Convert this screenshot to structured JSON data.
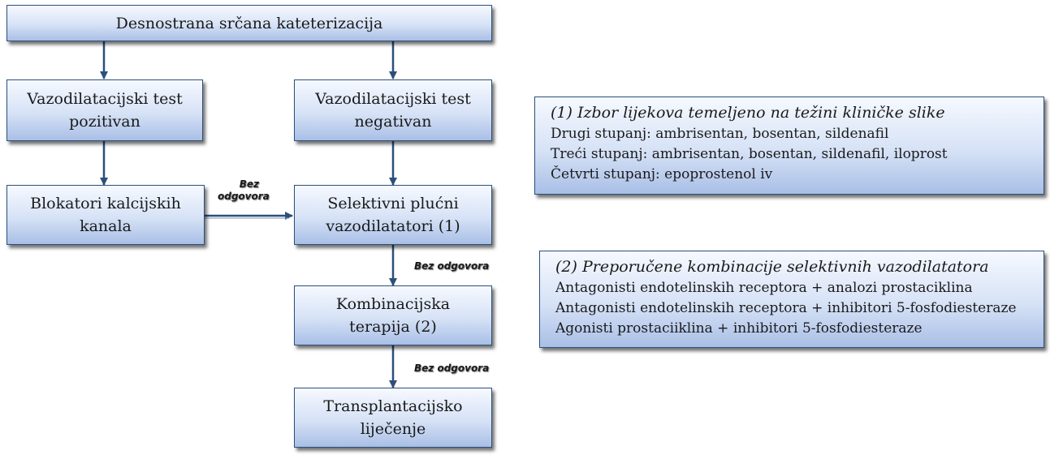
{
  "nodes": {
    "right_heart_cath": "Desnostrana srčana kateterizacija",
    "vaso_positive": {
      "line1": "Vazodilatacijski test",
      "line2": "pozitivan"
    },
    "vaso_negative": {
      "line1": "Vazodilatacijski test",
      "line2": "negativan"
    },
    "calcium_blockers": {
      "line1": "Blokatori kalcijskih",
      "line2": "kanala"
    },
    "selective_vasodilators": {
      "line1": "Selektivni plućni",
      "line2": "vazodilatatori (1)"
    },
    "combination_therapy": {
      "line1": "Kombinacijska",
      "line2": "terapija (2)"
    },
    "transplantation": {
      "line1": "Transplantacijsko",
      "line2": "liječenje"
    }
  },
  "edge_labels": {
    "no_response_horizontal": {
      "line1": "Bez",
      "line2": "odgovora"
    },
    "no_response_1": "Bez odgovora",
    "no_response_2": "Bez odgovora"
  },
  "info_boxes": {
    "drug_selection": {
      "title": "(1) Izbor lijekova temeljeno na težini kliničke slike",
      "lines": [
        "Drugi stupanj: ambrisentan, bosentan, sildenafil",
        "Treći stupanj: ambrisentan, bosentan, sildenafil, iloprost",
        "Četvrti stupanj: epoprostenol iv"
      ]
    },
    "combinations": {
      "title": "(2) Preporučene kombinacije selektivnih vazodilatatora",
      "lines": [
        "Antagonisti endotelinskih receptora + analozi prostaciklina",
        "Antagonisti endotelinskih receptora + inhibitori 5-fosfodiesteraze",
        "Agonisti prostaciiklina + inhibitori 5-fosfodiesteraze"
      ]
    }
  },
  "colors": {
    "box_border": "#2c4f7c",
    "box_fill_top": "#f6f9ff",
    "box_fill_bottom": "#a9bfe6",
    "arrow": "#2c4f7c"
  }
}
